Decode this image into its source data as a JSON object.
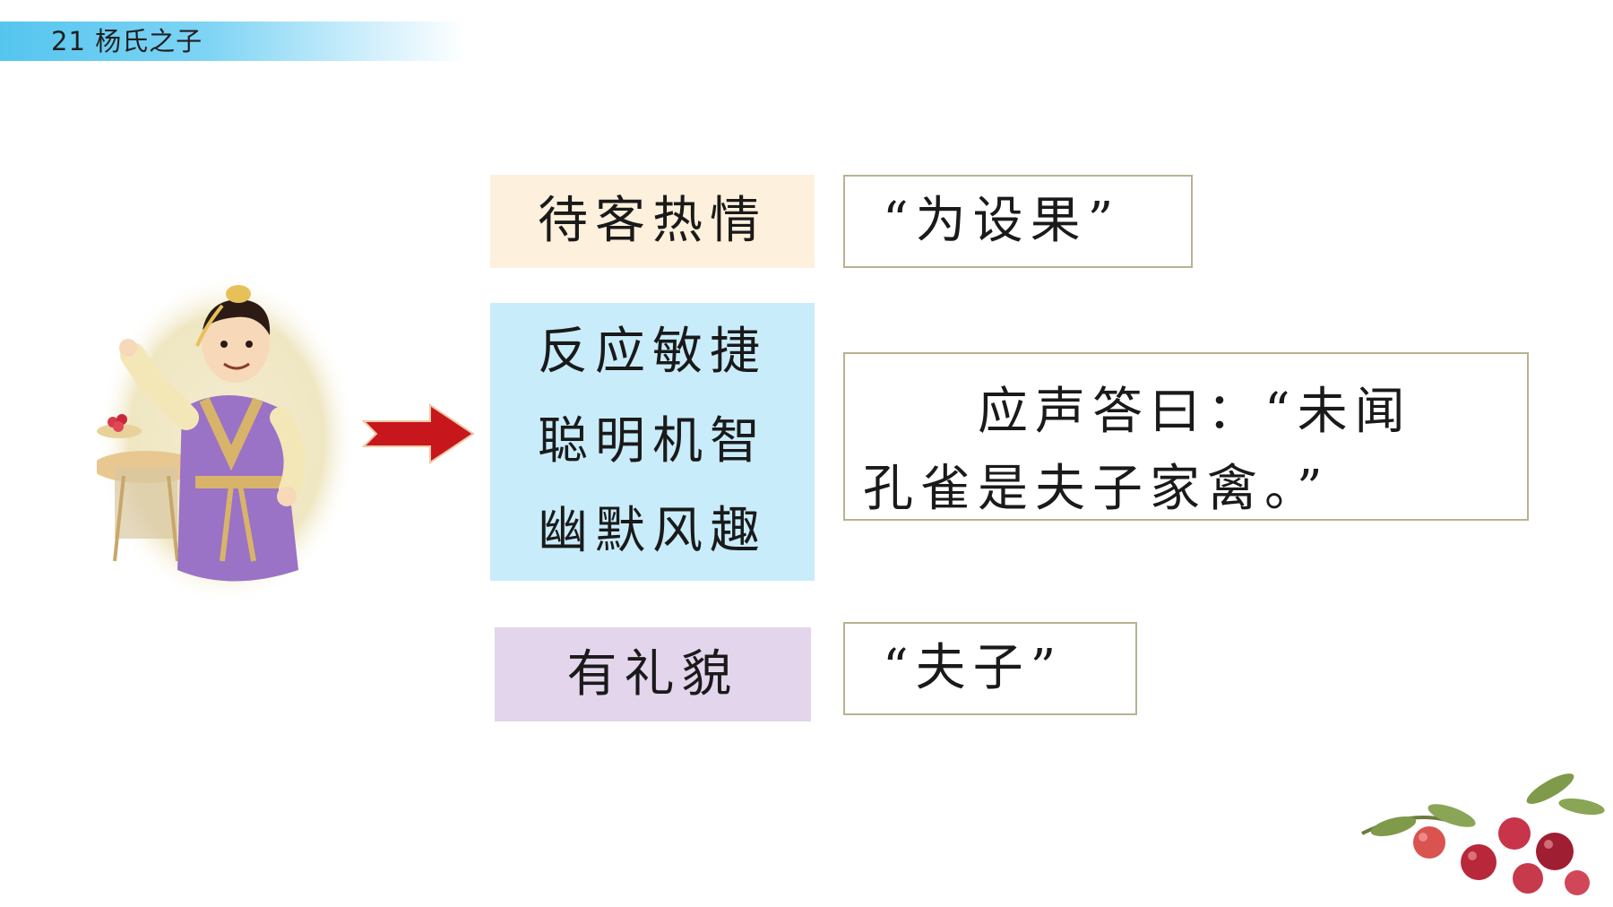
{
  "header": {
    "title": "21  杨氏之子"
  },
  "traits": {
    "hospitable": "待客热情",
    "clever": [
      "反应敏捷",
      "聪明机智",
      "幽默风趣"
    ],
    "polite": "有礼貌"
  },
  "quotes": {
    "fruit": "“为设果”",
    "peacock_line1": "应声答曰：“未闻",
    "peacock_line2": "孔雀是夫子家禽。”",
    "master": "“夫子”"
  },
  "colors": {
    "header_gradient_start": "#55c5ef",
    "hospitable_bg": "#fdf0dc",
    "clever_bg": "#c9ecfa",
    "polite_bg": "#e3d5ec",
    "quote_border": "#b7b392",
    "arrow": "#c8161d"
  },
  "icons": {
    "arrow": "red-right-arrow-icon"
  }
}
